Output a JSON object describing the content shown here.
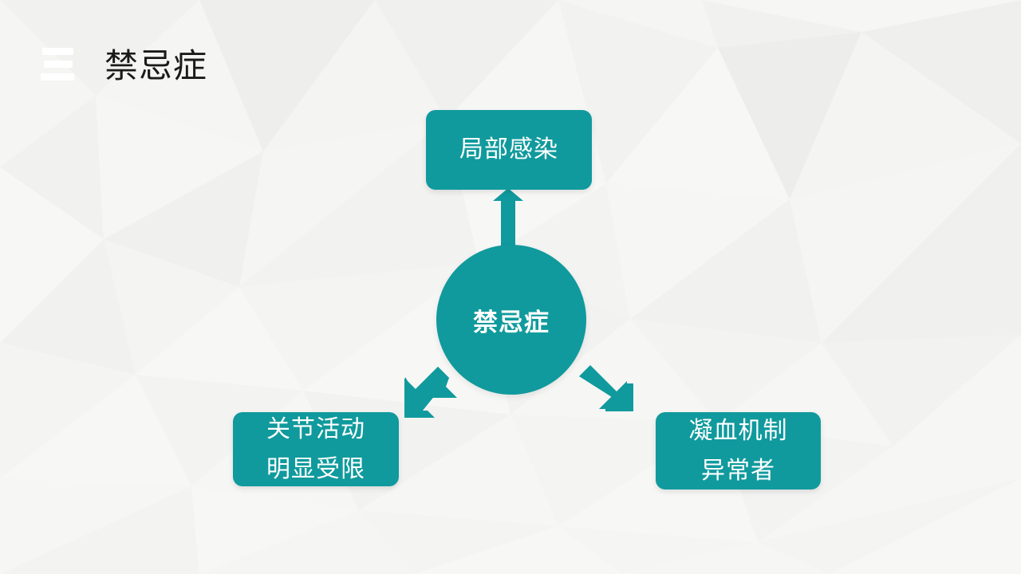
{
  "slide": {
    "title": "禁忌症",
    "menu_icon": "hamburger-menu-icon",
    "accent_color": "#109a9d",
    "title_color": "#1a1a1a",
    "background_color": "#f5f5f4",
    "background_style": "low-poly-triangles"
  },
  "diagram": {
    "type": "hub-and-spoke",
    "hub": {
      "label": "禁忌症",
      "shape": "circle"
    },
    "nodes": [
      {
        "id": "top",
        "lines": [
          "局部感染"
        ],
        "arrow": "arrow-up",
        "position": "top"
      },
      {
        "id": "bottom-left",
        "lines": [
          "关节活动",
          "明显受限"
        ],
        "arrow": "arrow-down-left",
        "position": "bottom-left"
      },
      {
        "id": "bottom-right",
        "lines": [
          "凝血机制",
          "异常者"
        ],
        "arrow": "arrow-down-right",
        "position": "bottom-right"
      }
    ]
  }
}
